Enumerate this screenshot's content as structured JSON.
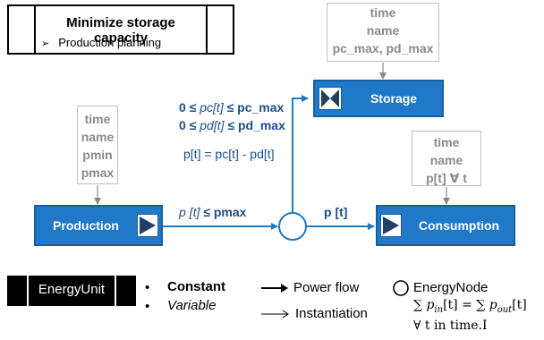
{
  "title_box": {
    "title": "Minimize storage capacity",
    "bullet": "Production planning"
  },
  "storage_params": [
    "time",
    "name",
    "pc_max, pd_max"
  ],
  "production_params": [
    "time",
    "name",
    "pmin",
    "pmax"
  ],
  "consumption_params": [
    "time",
    "name",
    "p[t] ∀ t"
  ],
  "units": {
    "storage": "Storage",
    "production": "Production",
    "consumption": "Consumption"
  },
  "constraints": {
    "pc_bound_prefix": "0 ≤ ",
    "pc_var": "pc[t]",
    "pc_bound_suffix": " ≤ pc_max",
    "pd_bound_prefix": "0 ≤ ",
    "pd_var": "pd[t]",
    "pd_bound_suffix": " ≤ pd_max",
    "balance": "p[t] = pc[t] - pd[t]",
    "prod_var": "p [t]",
    "prod_bound": " ≤ pmax",
    "cons_var": "p [t]"
  },
  "legend": {
    "unit_label": "EnergyUnit",
    "constant": "Constant",
    "variable": "Variable",
    "power_flow": "Power flow",
    "instantiation": "Instantiation",
    "energy_node": "EnergyNode",
    "sum_left": "∑",
    "p_in": "p",
    "in_sub": "in",
    "t_bracket": "[t]",
    "equals": "=",
    "sum_right": "∑",
    "p_out": "p",
    "out_sub": "out",
    "forall_line": "∀ t in time.I"
  },
  "colors": {
    "unit_blue": "#1f78c8",
    "unit_border": "#175ea0",
    "text_navy": "#1b4f8a",
    "param_grey": "#8a8a8a"
  }
}
